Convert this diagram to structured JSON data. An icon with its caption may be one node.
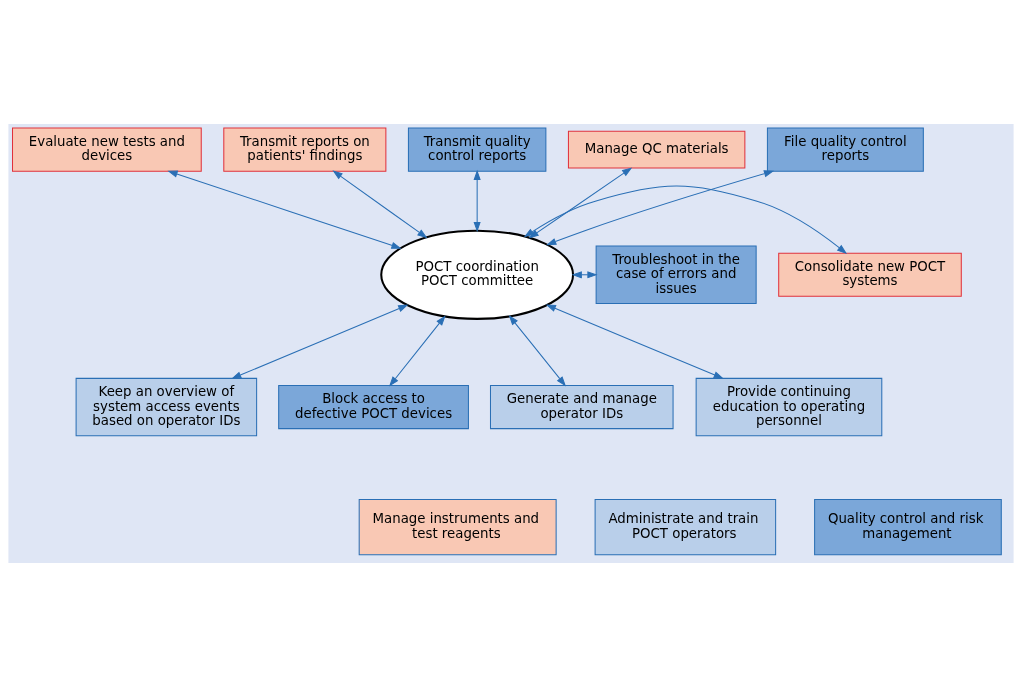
{
  "diagram": {
    "nodes": [
      {
        "text": [
          "Evaluate new tests and devices"
        ]
      },
      {
        "text": [
          "Transmit reports on patients' findings"
        ]
      },
      {
        "text": [
          "Transmit quality control reports"
        ]
      },
      {
        "text": [
          "Manage QC materials"
        ]
      },
      {
        "text": [
          "File quality control reports"
        ]
      },
      {
        "text": [
          "Consolidate new POCT systems"
        ]
      },
      {
        "text": [
          "POCT coordination",
          "POCT committee"
        ]
      },
      {
        "text": [
          "Troubleshoot in the case of errors and issues"
        ]
      },
      {
        "text": [
          "Keep an overview of system access events based on operator IDs"
        ]
      },
      {
        "text": [
          "Block access to defective POCT devices"
        ]
      },
      {
        "text": [
          "Generate and manage operator IDs"
        ]
      },
      {
        "text": [
          "Provide continuing education to operating personnel"
        ]
      }
    ],
    "edges": [
      {
        "from": 6,
        "to": 0,
        "arrow": "both"
      },
      {
        "from": 6,
        "to": 1,
        "arrow": "both"
      },
      {
        "from": 6,
        "to": 2,
        "arrow": "both"
      },
      {
        "from": 6,
        "to": 3,
        "arrow": "both"
      },
      {
        "from": 6,
        "to": 4,
        "arrow": "both"
      },
      {
        "from": 6,
        "to": 5,
        "arrow": "both"
      },
      {
        "from": 6,
        "to": 7,
        "arrow": "both"
      },
      {
        "from": 6,
        "to": 8,
        "arrow": "both"
      },
      {
        "from": 6,
        "to": 9,
        "arrow": "both"
      },
      {
        "from": 6,
        "to": 10,
        "arrow": "both"
      },
      {
        "from": 6,
        "to": 11,
        "arrow": "both"
      }
    ],
    "legend": [
      {
        "text": "Manage instruments and test reagents",
        "color": "#f9c8b4"
      },
      {
        "text": "Administrate and train POCT operators",
        "color": "#b9cfea"
      },
      {
        "text": "Quality control and risk management",
        "color": "#7ba7d9"
      }
    ]
  }
}
